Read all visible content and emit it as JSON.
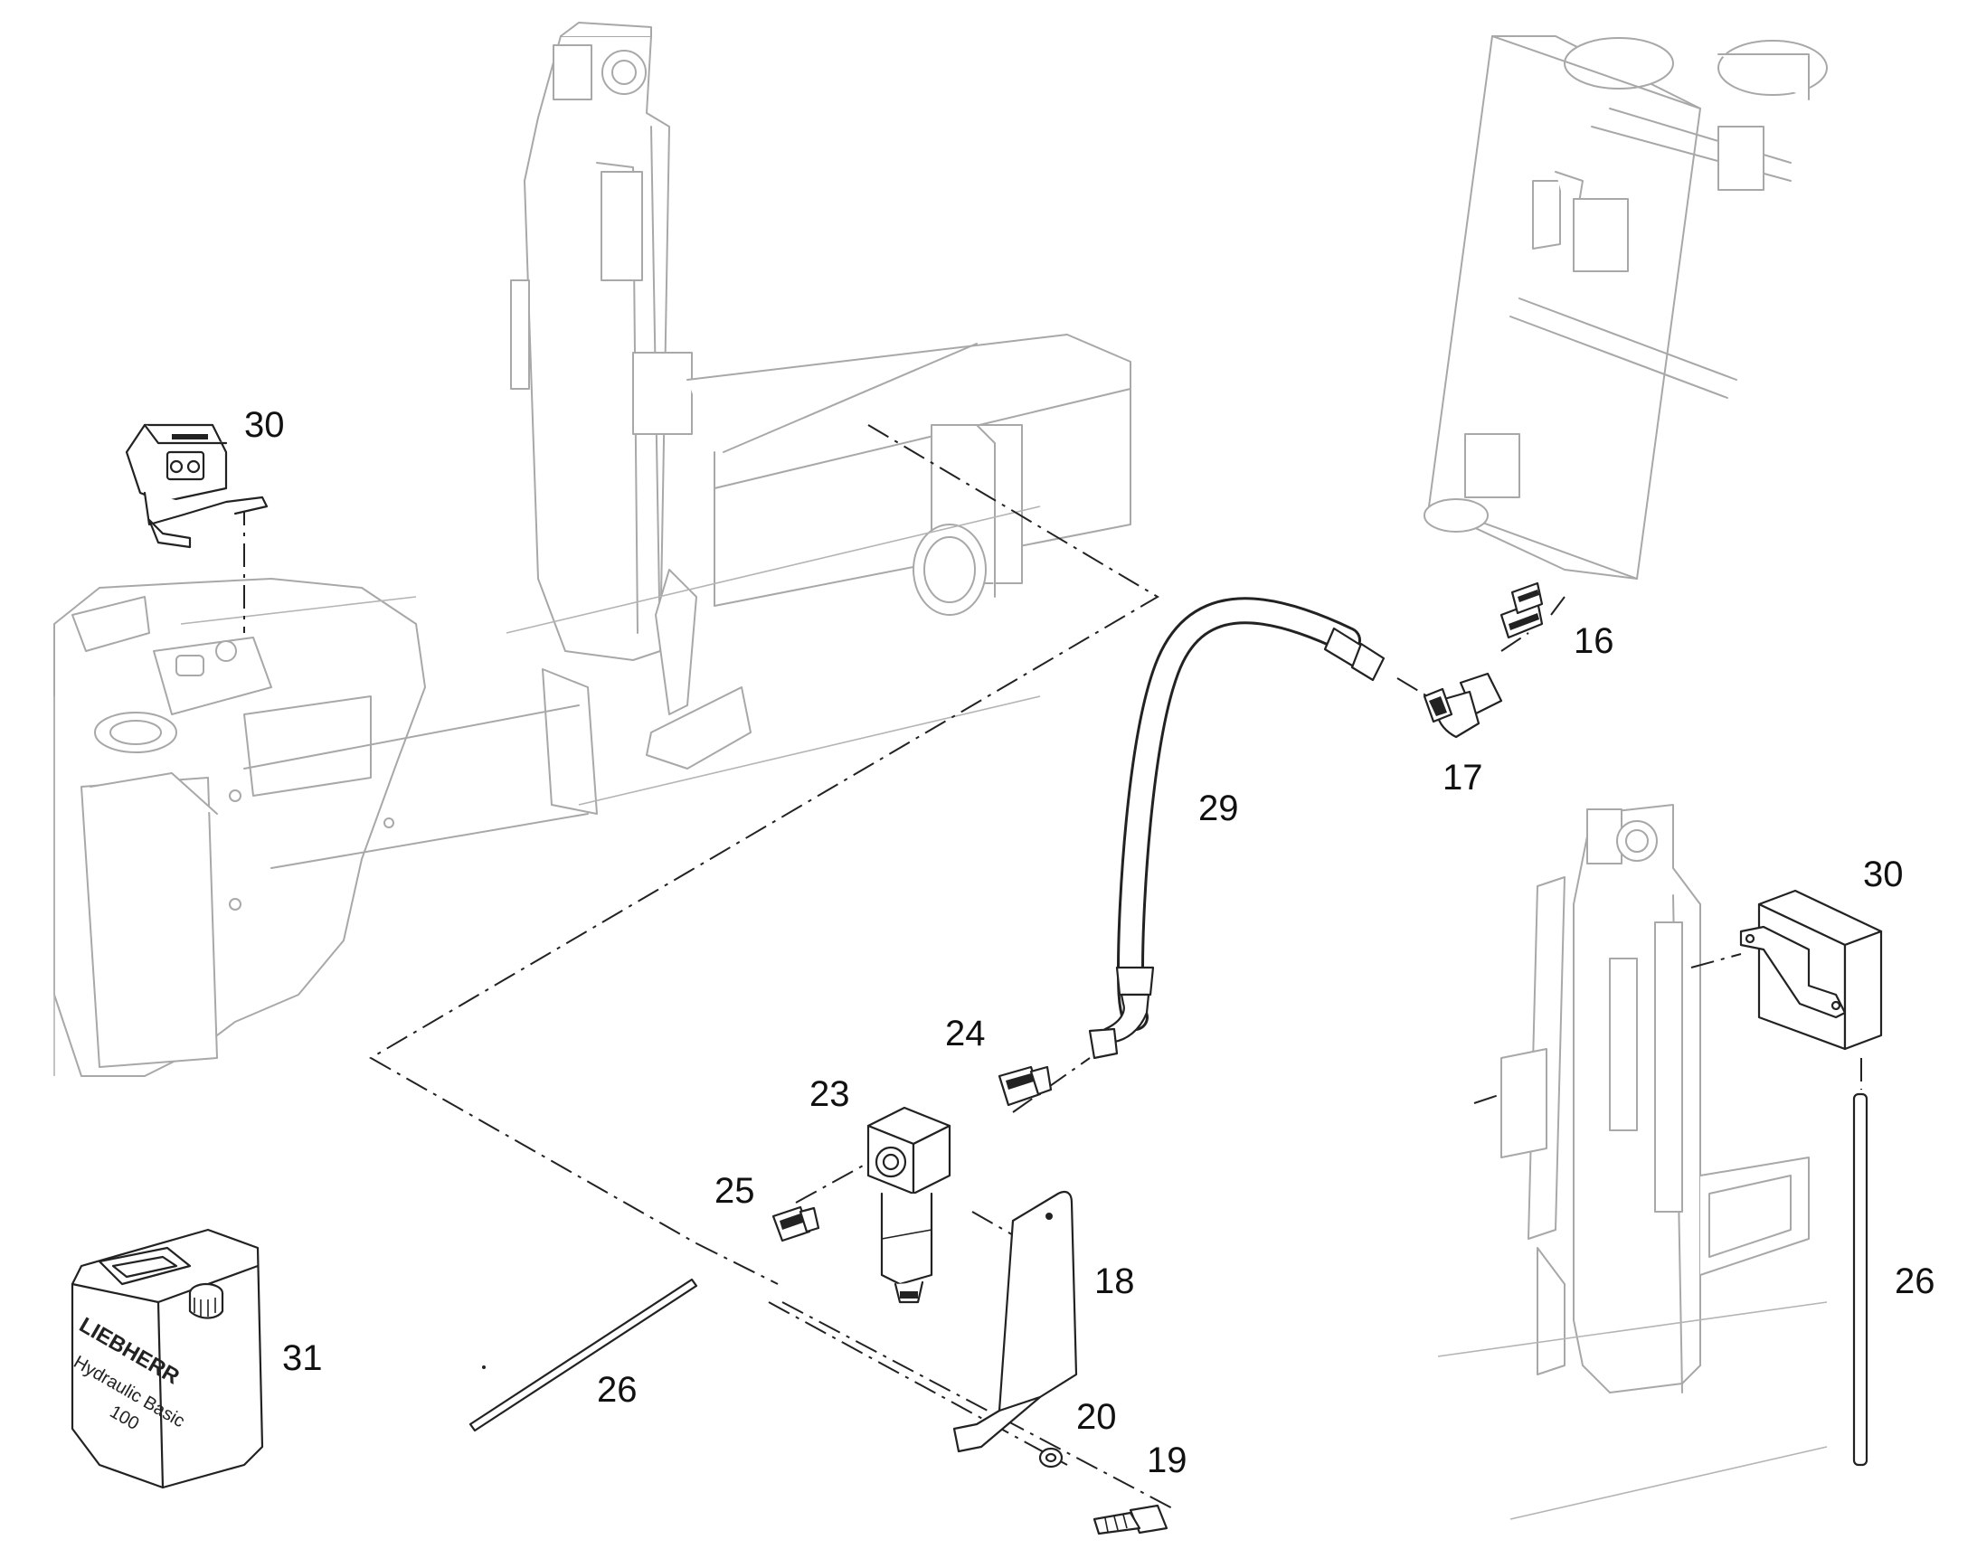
{
  "callouts": [
    {
      "id": "c16",
      "text": "16"
    },
    {
      "id": "c17",
      "text": "17"
    },
    {
      "id": "c18",
      "text": "18"
    },
    {
      "id": "c19",
      "text": "19"
    },
    {
      "id": "c20",
      "text": "20"
    },
    {
      "id": "c23",
      "text": "23"
    },
    {
      "id": "c24",
      "text": "24"
    },
    {
      "id": "c25",
      "text": "25"
    },
    {
      "id": "c26a",
      "text": "26"
    },
    {
      "id": "c26b",
      "text": "26"
    },
    {
      "id": "c29",
      "text": "29"
    },
    {
      "id": "c30a",
      "text": "30"
    },
    {
      "id": "c30b",
      "text": "30"
    },
    {
      "id": "c31",
      "text": "31"
    }
  ],
  "canister": {
    "brand": "LIEBHERR",
    "product": "Hydraulic Basic",
    "grade": "100"
  }
}
